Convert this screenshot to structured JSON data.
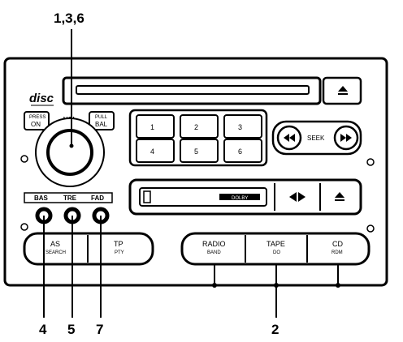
{
  "callouts": {
    "top": "1,3,6",
    "bas": "4",
    "tre": "5",
    "fad": "7",
    "source": "2"
  },
  "brand": "disc",
  "controls": {
    "press_label": "PRESS",
    "on_label": "ON",
    "vol_label": "VOL",
    "pull_label": "PULL",
    "bal_label": "BAL",
    "bas_label": "BAS",
    "tre_label": "TRE",
    "fad_label": "FAD"
  },
  "presets": [
    "1",
    "2",
    "3",
    "4",
    "5",
    "6"
  ],
  "seek_label": "SEEK",
  "tape_door_text": "DOLBY",
  "buttons": {
    "as_label": "AS",
    "as_sub": "SEARCH",
    "tp_label": "TP",
    "tp_sub": "PTY",
    "radio_label": "RADIO",
    "radio_sub": "BAND",
    "tape_label": "TAPE",
    "tape_sub": "DO",
    "cd_label": "CD",
    "cd_sub": "RDM"
  },
  "icons": {
    "eject": "eject-icon",
    "seek_back": "double-left-triangle-icon",
    "seek_fwd": "double-right-triangle-icon",
    "ffrew": "left-right-triangle-icon"
  }
}
